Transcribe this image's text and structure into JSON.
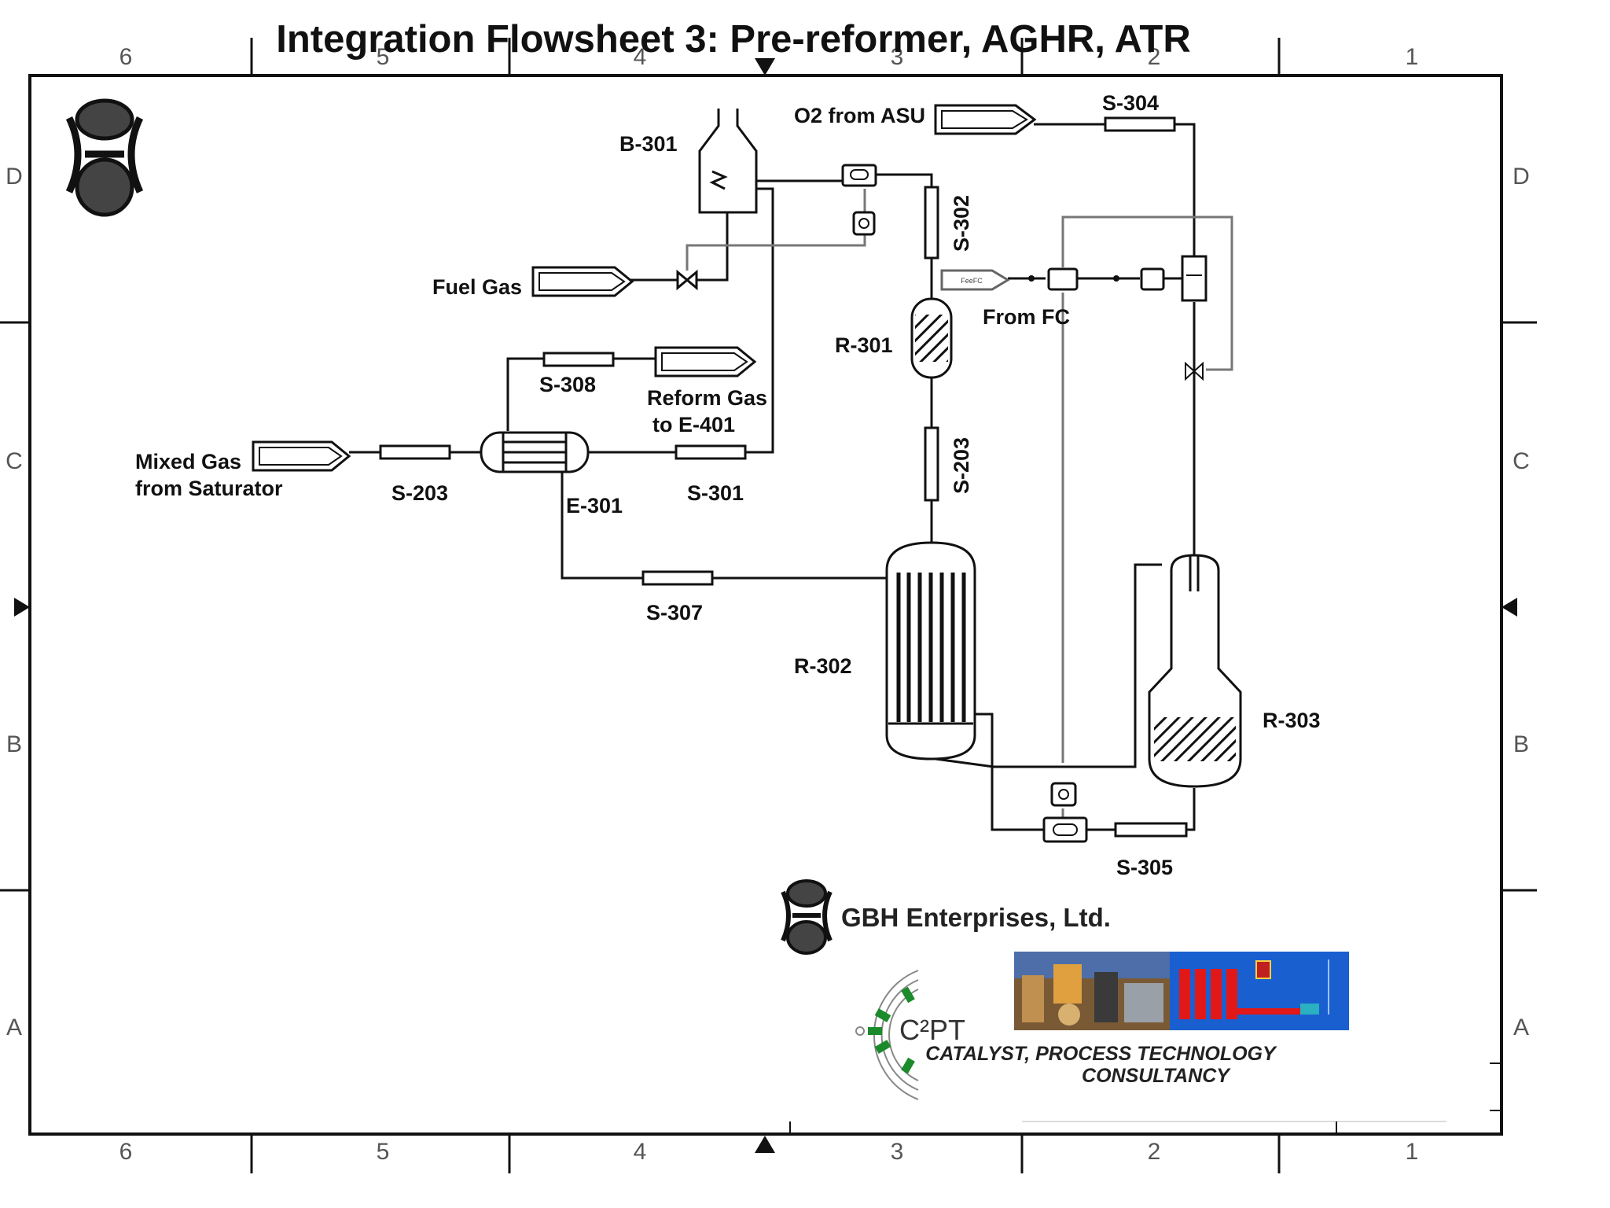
{
  "title": "Integration Flowsheet 3: Pre-reformer, AGHR, ATR",
  "grid": {
    "columns": [
      "6",
      "5",
      "4",
      "3",
      "2",
      "1"
    ],
    "rows": [
      "D",
      "C",
      "B",
      "A"
    ]
  },
  "labels": {
    "o2_from_asu": "O2 from ASU",
    "s304": "S-304",
    "b301": "B-301",
    "s302": "S-302",
    "fuel_gas": "Fuel Gas",
    "from_fc": "From FC",
    "r301": "R-301",
    "s308": "S-308",
    "reform_gas_1": "Reform Gas",
    "reform_gas_2": "to E-401",
    "mixed_gas_1": "Mixed Gas",
    "mixed_gas_2": "from Saturator",
    "s203_left": "S-203",
    "e301": "E-301",
    "s301": "S-301",
    "s203_vert": "S-203",
    "s307": "S-307",
    "r302": "R-302",
    "r303": "R-303",
    "s305": "S-305"
  },
  "company": {
    "name": "GBH Enterprises, Ltd.",
    "c2pt": "C²PT",
    "tagline_1": "CATALYST, PROCESS TECHNOLOGY",
    "tagline_2": "CONSULTANCY"
  },
  "colors": {
    "line": "#111111",
    "utility_line": "#777777",
    "logo_green": "#1a8a2a",
    "banner_blue": "#1a5fd0",
    "banner_red": "#e01818"
  }
}
